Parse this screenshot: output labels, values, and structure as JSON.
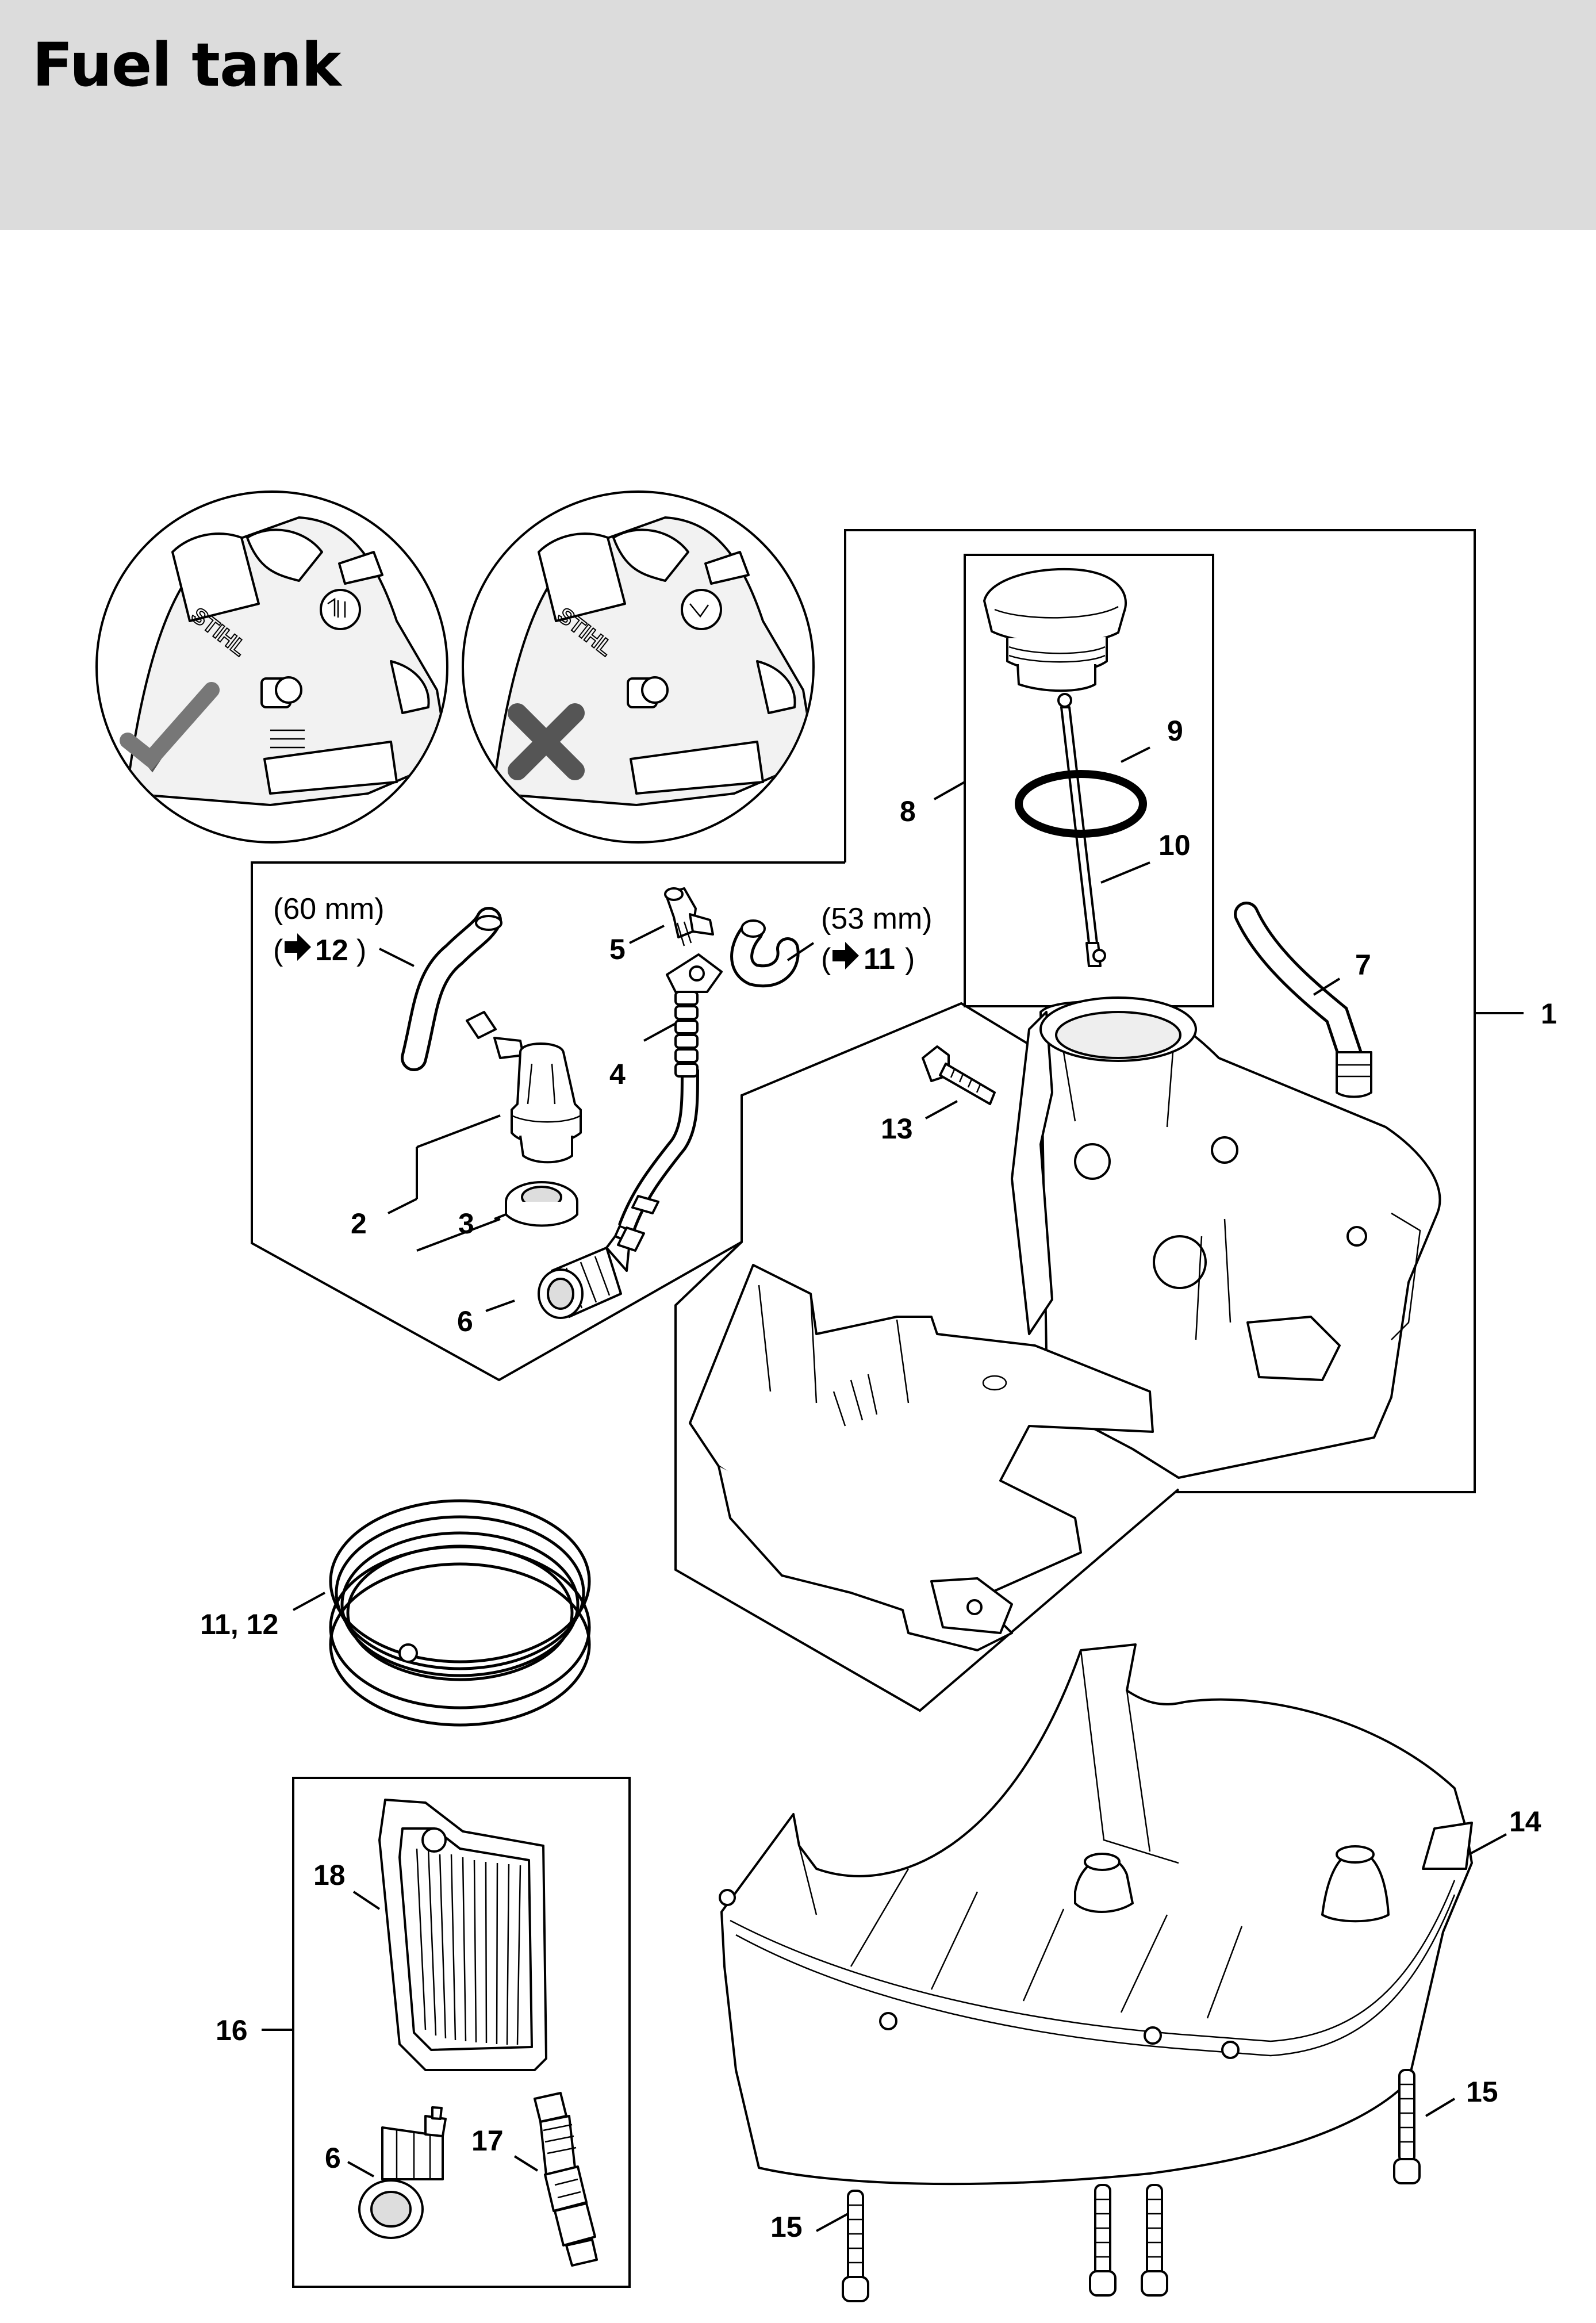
{
  "title": "Fuel tank",
  "callouts": {
    "c1": "1",
    "c2": "2",
    "c3": "3",
    "c4": "4",
    "c5": "5",
    "c6a": "6",
    "c7": "7",
    "c8": "8",
    "c9": "9",
    "c10": "10",
    "c11_12": "11, 12",
    "c13": "13",
    "c14": "14",
    "c15a": "15",
    "c15b": "15",
    "c16": "16",
    "c17": "17",
    "c18": "18",
    "c6b": "6"
  },
  "notes": {
    "hose_60": "(60 mm)",
    "ref_12": "12",
    "hose_53": "(53 mm)",
    "ref_11": "11"
  },
  "logo_text": "STIHL"
}
